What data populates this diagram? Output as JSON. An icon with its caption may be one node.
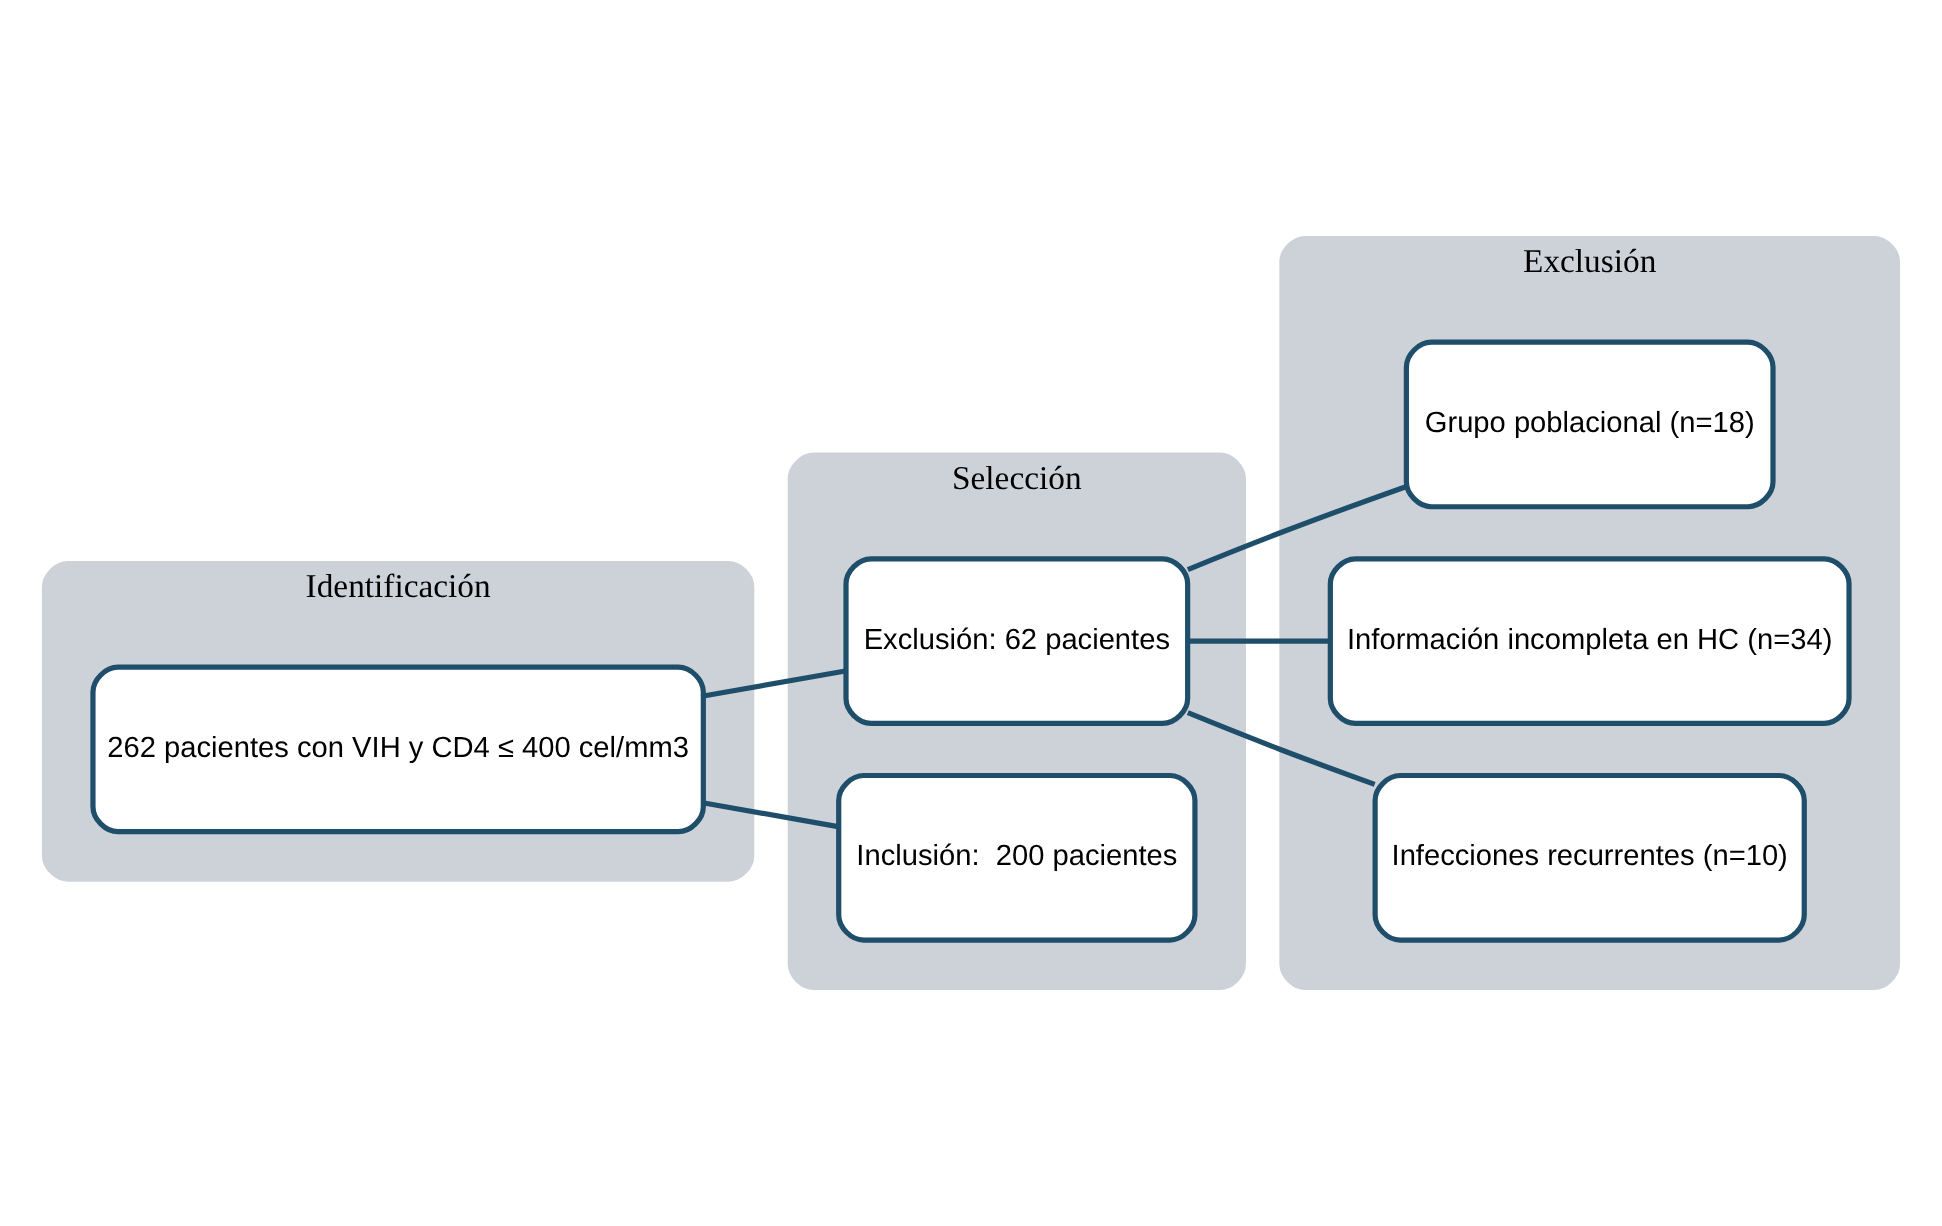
{
  "diagram": {
    "nodes": [
      {
        "text": [
          "Identificación"
        ]
      },
      {
        "text": [
          "Selección"
        ]
      },
      {
        "text": [
          "Exclusión"
        ]
      },
      {
        "text": [
          "262 pacientes con VIH y CD4 ≤ 400 cel/mm3"
        ],
        "in": 0
      },
      {
        "text": [
          "Exclusión: 62 pacientes"
        ],
        "in": 1
      },
      {
        "text": [
          "Inclusión:  200 pacientes"
        ],
        "in": 1
      },
      {
        "text": [
          "Grupo poblacional (n=18)"
        ],
        "in": 2
      },
      {
        "text": [
          "Información incompleta en HC (n=34)"
        ],
        "in": 2
      },
      {
        "text": [
          "Infecciones recurrentes (n=10)"
        ],
        "in": 2
      }
    ],
    "edges": [
      {
        "from": 3,
        "to": 4,
        "arrow": "none"
      },
      {
        "from": 3,
        "to": 5,
        "arrow": "none"
      },
      {
        "from": 4,
        "to": 6,
        "arrow": "none"
      },
      {
        "from": 4,
        "to": 7,
        "arrow": "none"
      },
      {
        "from": 4,
        "to": 8,
        "arrow": "none"
      }
    ]
  }
}
